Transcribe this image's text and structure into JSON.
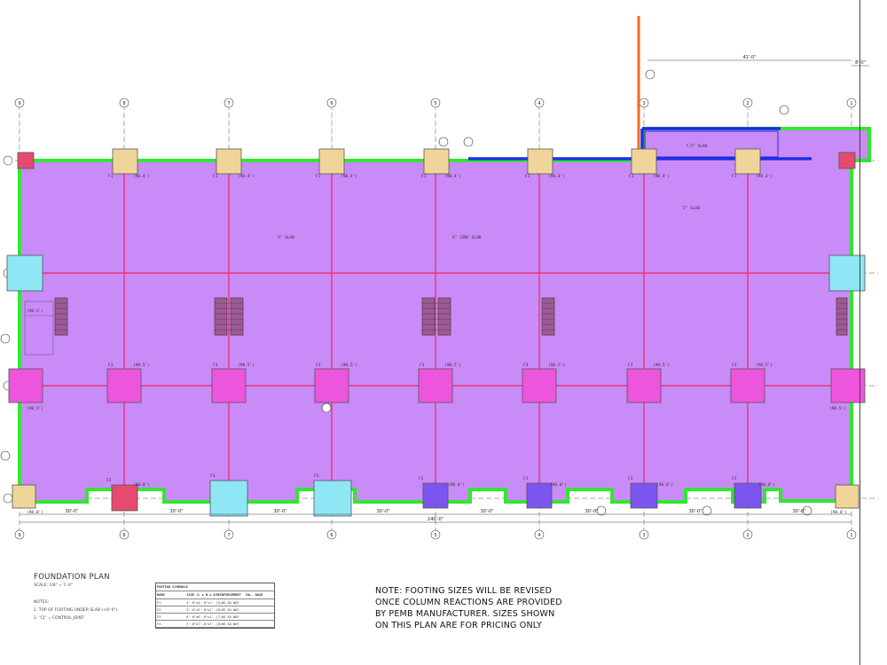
{
  "drawing": {
    "title": "FOUNDATION PLAN",
    "scale": "SCALE: 1/8\" = 1'-0\"",
    "notes_heading": "NOTES:",
    "notes": [
      "1.  TOP OF FOOTING UNDER SLAB (+0'-0\")",
      "2.  \"CJ\" = CONTROL JOINT"
    ],
    "pricing_note": [
      "NOTE: FOOTING SIZES WILL BE REVISED",
      "ONCE COLUMN REACTIONS ARE PROVIDED",
      "BY PEMB MANUFACTURER. SIZES SHOWN",
      "ON THIS PLAN ARE FOR PRICING ONLY"
    ],
    "grid_labels": [
      "9",
      "8",
      "7",
      "6",
      "5",
      "4",
      "3",
      "2",
      "1"
    ],
    "bay_dimensions": [
      "30'-0\"",
      "30'-0\"",
      "30'-0\"",
      "30'-0\"",
      "30'-0\"",
      "30'-0\"",
      "30'-0\"",
      "30'-0\""
    ],
    "overall_dimension": "240'-0\"",
    "top_dimensions": [
      "41'-0\"",
      "8'-0\""
    ],
    "slab_tags": [
      "5\" SLAB",
      "6\" CONC SLAB",
      "5\" SLAB",
      "7.5\" SLAB"
    ],
    "footing_tags": [
      "F1",
      "F2",
      "F3",
      "F4"
    ],
    "elevation_tags": [
      "(98.4')",
      "(98.5')",
      "(98.0')"
    ]
  },
  "footing_schedule": {
    "title": "FOOTING SCHEDULE",
    "headers": [
      "MARK",
      "SIZE (L x W x D)",
      "REINFORCEMENT",
      "COL. BASE"
    ],
    "rows": [
      [
        "F1",
        "4'-0\"x4'-0\"x1'-6\"",
        "(5)#5 EA WAY",
        ""
      ],
      [
        "F2",
        "5'-0\"x5'-0\"x1'-6\"",
        "(6)#5 EA WAY",
        ""
      ],
      [
        "F3",
        "6'-0\"x6'-0\"x1'-8\"",
        "(7)#5 EA WAY",
        ""
      ],
      [
        "F4",
        "7'-0\"x7'-0\"x2'-0\"",
        "(8)#6 EA WAY",
        ""
      ]
    ]
  },
  "colors": {
    "slab_fill": "#c98bf7",
    "perimeter": "#33e633",
    "grid_line": "#e8357a",
    "footing_tan": "#f0d59a",
    "footing_magenta": "#ee55dd",
    "footing_cyan": "#8fe6f5",
    "footing_blue": "#7b55f0",
    "footing_red": "#e64a6e",
    "blue_wall": "#1f2fe0",
    "orange_wall": "#f26b1d"
  }
}
